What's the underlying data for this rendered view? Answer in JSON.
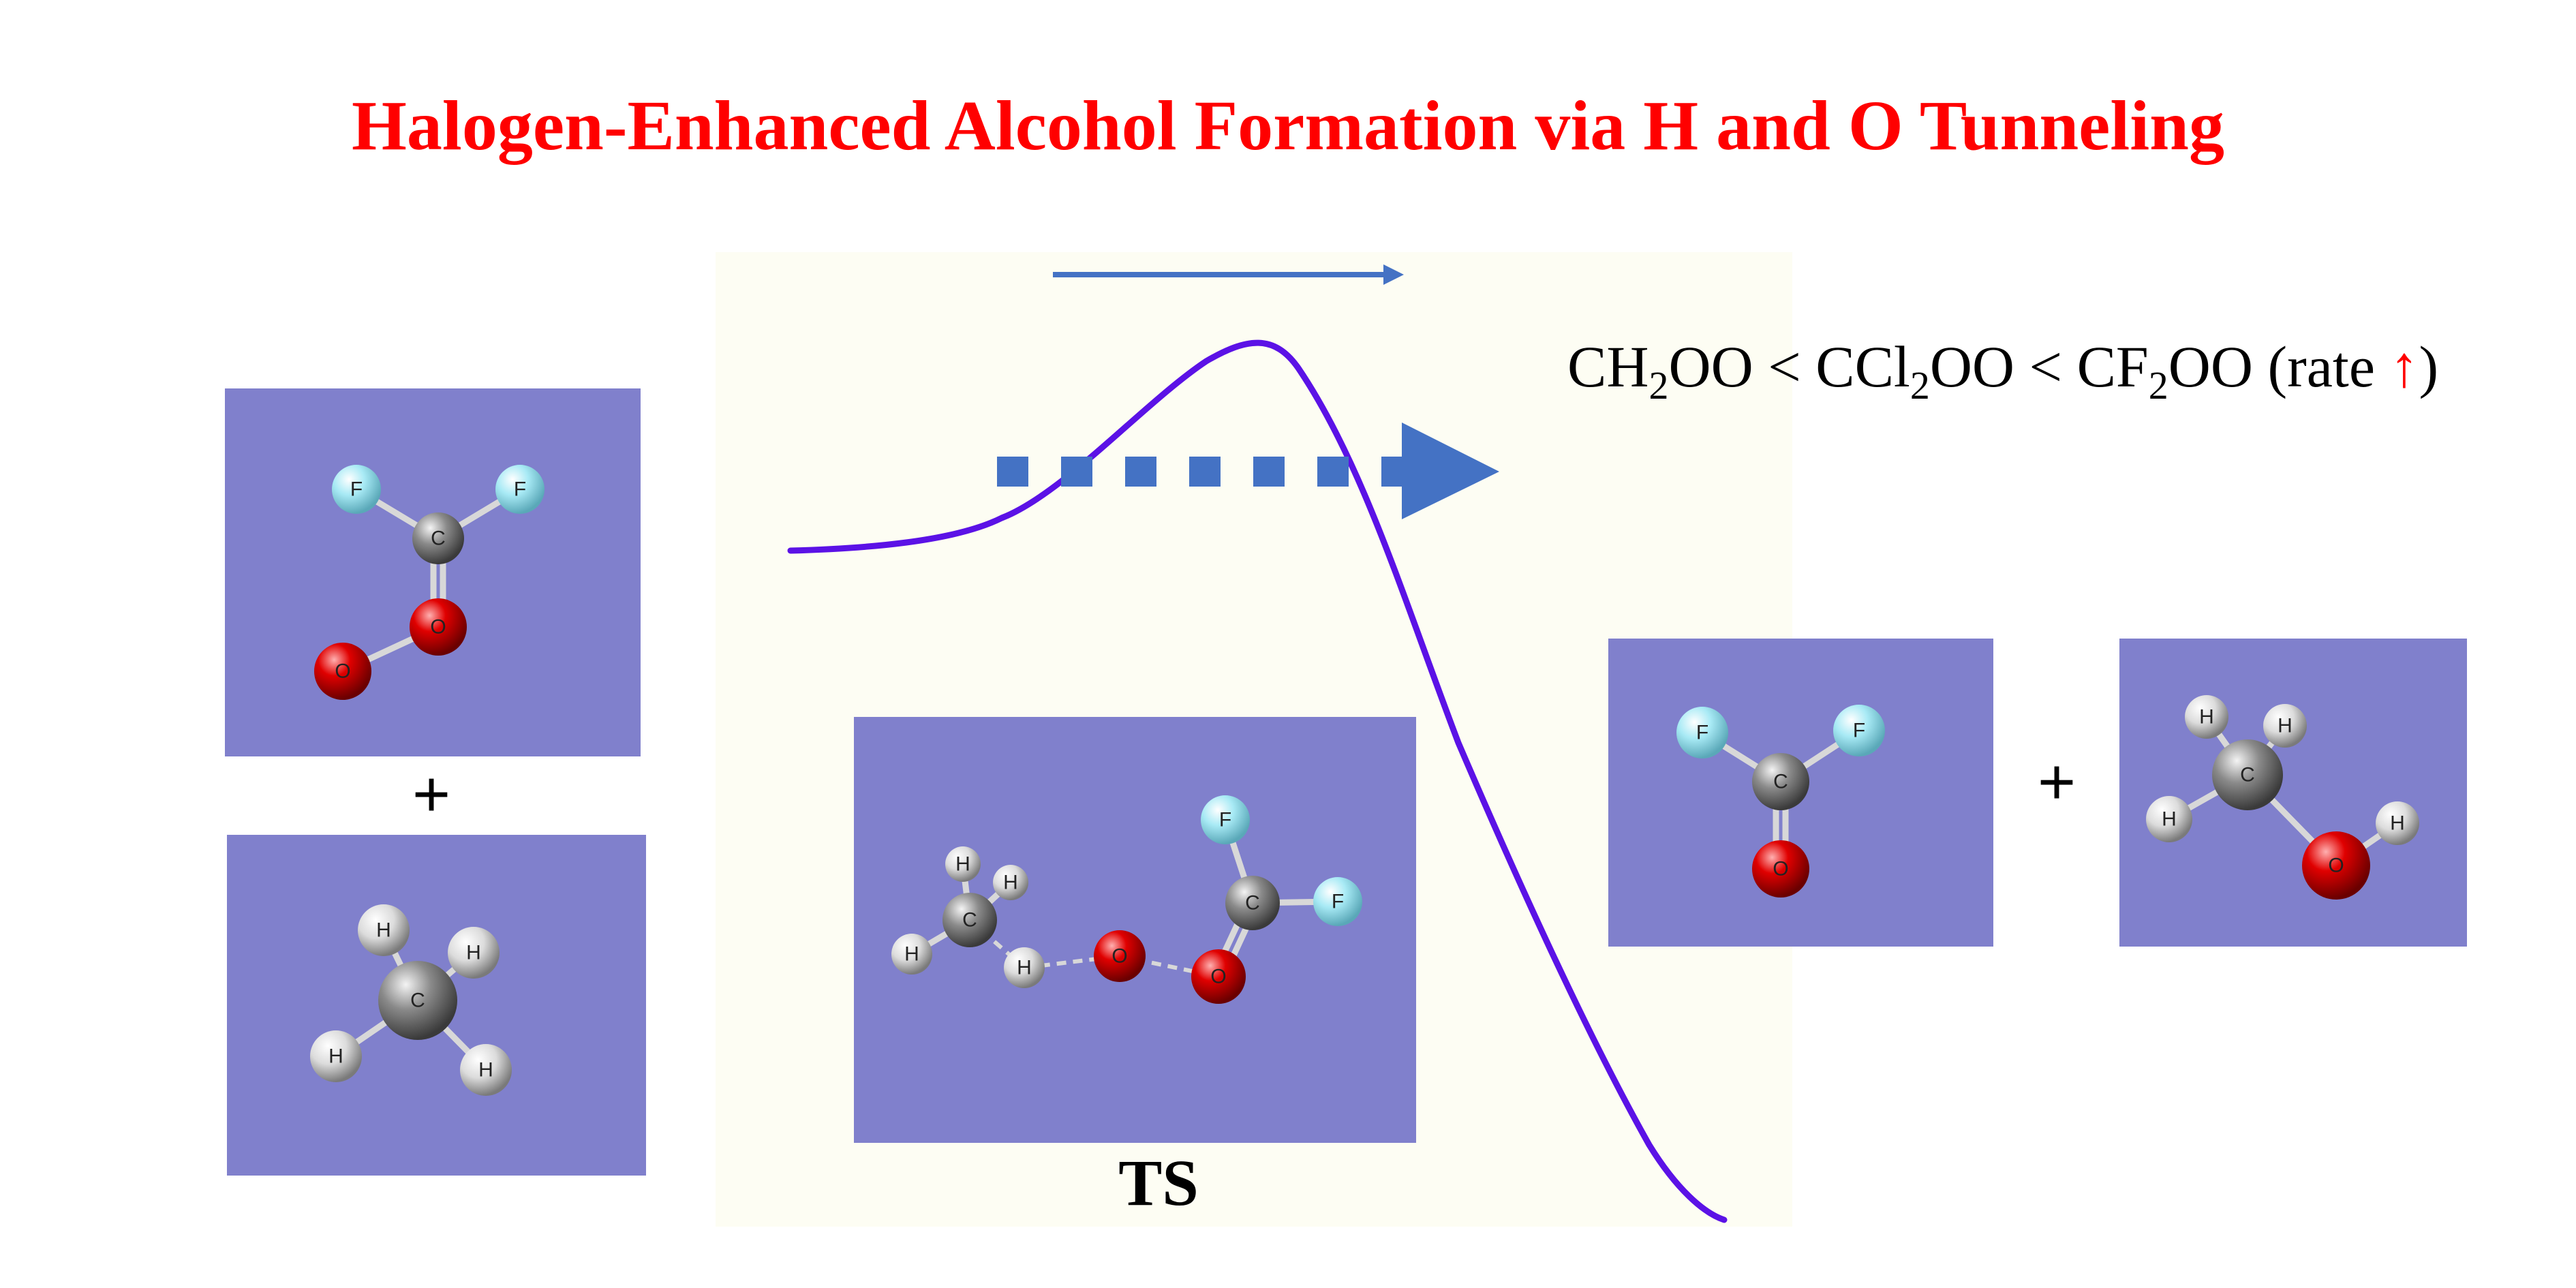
{
  "title": "Halogen-Enhanced Alcohol Formation via H and O Tunneling",
  "plus_symbol": "+",
  "ts_label": "TS",
  "rate": {
    "p1_a": "CH",
    "p1_sub": "2",
    "p1_b": "OO",
    "sep": "<",
    "p2_a": "CCl",
    "p2_sub": "2",
    "p2_b": "OO",
    "p3_a": "CF",
    "p3_sub": "2",
    "p3_b": "OO",
    "suffix_a": "(rate",
    "up_arrow": "↑",
    "suffix_b": ")"
  },
  "colors": {
    "title": "#ff0000",
    "panel": "#8080cc",
    "background_zone": "#fdfdf3",
    "energy_curve": "#5b12e6",
    "arrow": "#4472c4",
    "carbon": "#8a8a8a",
    "oxygen": "#dd0000",
    "fluorine": "#9ee6f2",
    "hydrogen": "#e8e8e8"
  },
  "molecules": {
    "cf2oo_reactant": [
      {
        "element": "F",
        "label": "F"
      },
      {
        "element": "F",
        "label": "F"
      },
      {
        "element": "C",
        "label": "C"
      },
      {
        "element": "O",
        "label": "O"
      },
      {
        "element": "O",
        "label": "O"
      }
    ],
    "methane": [
      {
        "element": "C",
        "label": "C"
      },
      {
        "element": "H",
        "label": "H"
      },
      {
        "element": "H",
        "label": "H"
      },
      {
        "element": "H",
        "label": "H"
      },
      {
        "element": "H",
        "label": "H"
      }
    ],
    "transition_state": [
      {
        "element": "H",
        "label": "H"
      },
      {
        "element": "H",
        "label": "H"
      },
      {
        "element": "C",
        "label": "C"
      },
      {
        "element": "H",
        "label": "H"
      },
      {
        "element": "H",
        "label": "H"
      },
      {
        "element": "O",
        "label": "O"
      },
      {
        "element": "O",
        "label": "O"
      },
      {
        "element": "C",
        "label": "C"
      },
      {
        "element": "F",
        "label": "F"
      },
      {
        "element": "F",
        "label": "F"
      }
    ],
    "cf2o_product": [
      {
        "element": "F",
        "label": "F"
      },
      {
        "element": "F",
        "label": "F"
      },
      {
        "element": "C",
        "label": "C"
      },
      {
        "element": "O",
        "label": "O"
      }
    ],
    "methanol_product": [
      {
        "element": "H",
        "label": "H"
      },
      {
        "element": "H",
        "label": "H"
      },
      {
        "element": "C",
        "label": "C"
      },
      {
        "element": "H",
        "label": "H"
      },
      {
        "element": "O",
        "label": "O"
      },
      {
        "element": "H",
        "label": "H"
      }
    ]
  }
}
